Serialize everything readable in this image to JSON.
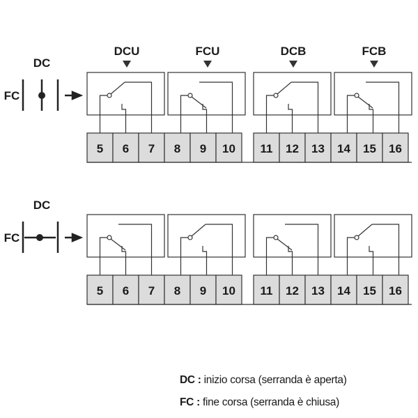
{
  "symbol_labels": {
    "dc": "DC",
    "fc": "FC"
  },
  "switch_labels": [
    "DCU",
    "FCU",
    "DCB",
    "FCB"
  ],
  "terminals": [
    "5",
    "6",
    "7",
    "8",
    "9",
    "10",
    "11",
    "12",
    "13",
    "14",
    "15",
    "16"
  ],
  "rows": [
    {
      "name": "cam-vertical-state",
      "symbol": "vertical",
      "switch_states": [
        "closed-up",
        "closed-down",
        "closed-up",
        "closed-down"
      ]
    },
    {
      "name": "cam-horizontal-state",
      "symbol": "horizontal",
      "switch_states": [
        "closed-down",
        "closed-up",
        "closed-down",
        "closed-up"
      ]
    }
  ],
  "legend": [
    {
      "key": "DC :",
      "text": " inizio corsa (serranda è aperta)"
    },
    {
      "key": "FC :",
      "text": " fine corsa (serranda è chiusa)"
    }
  ],
  "colors": {
    "line": "#333333",
    "terminal_fill": "#dcdcdc",
    "text": "#1a1a1a"
  }
}
